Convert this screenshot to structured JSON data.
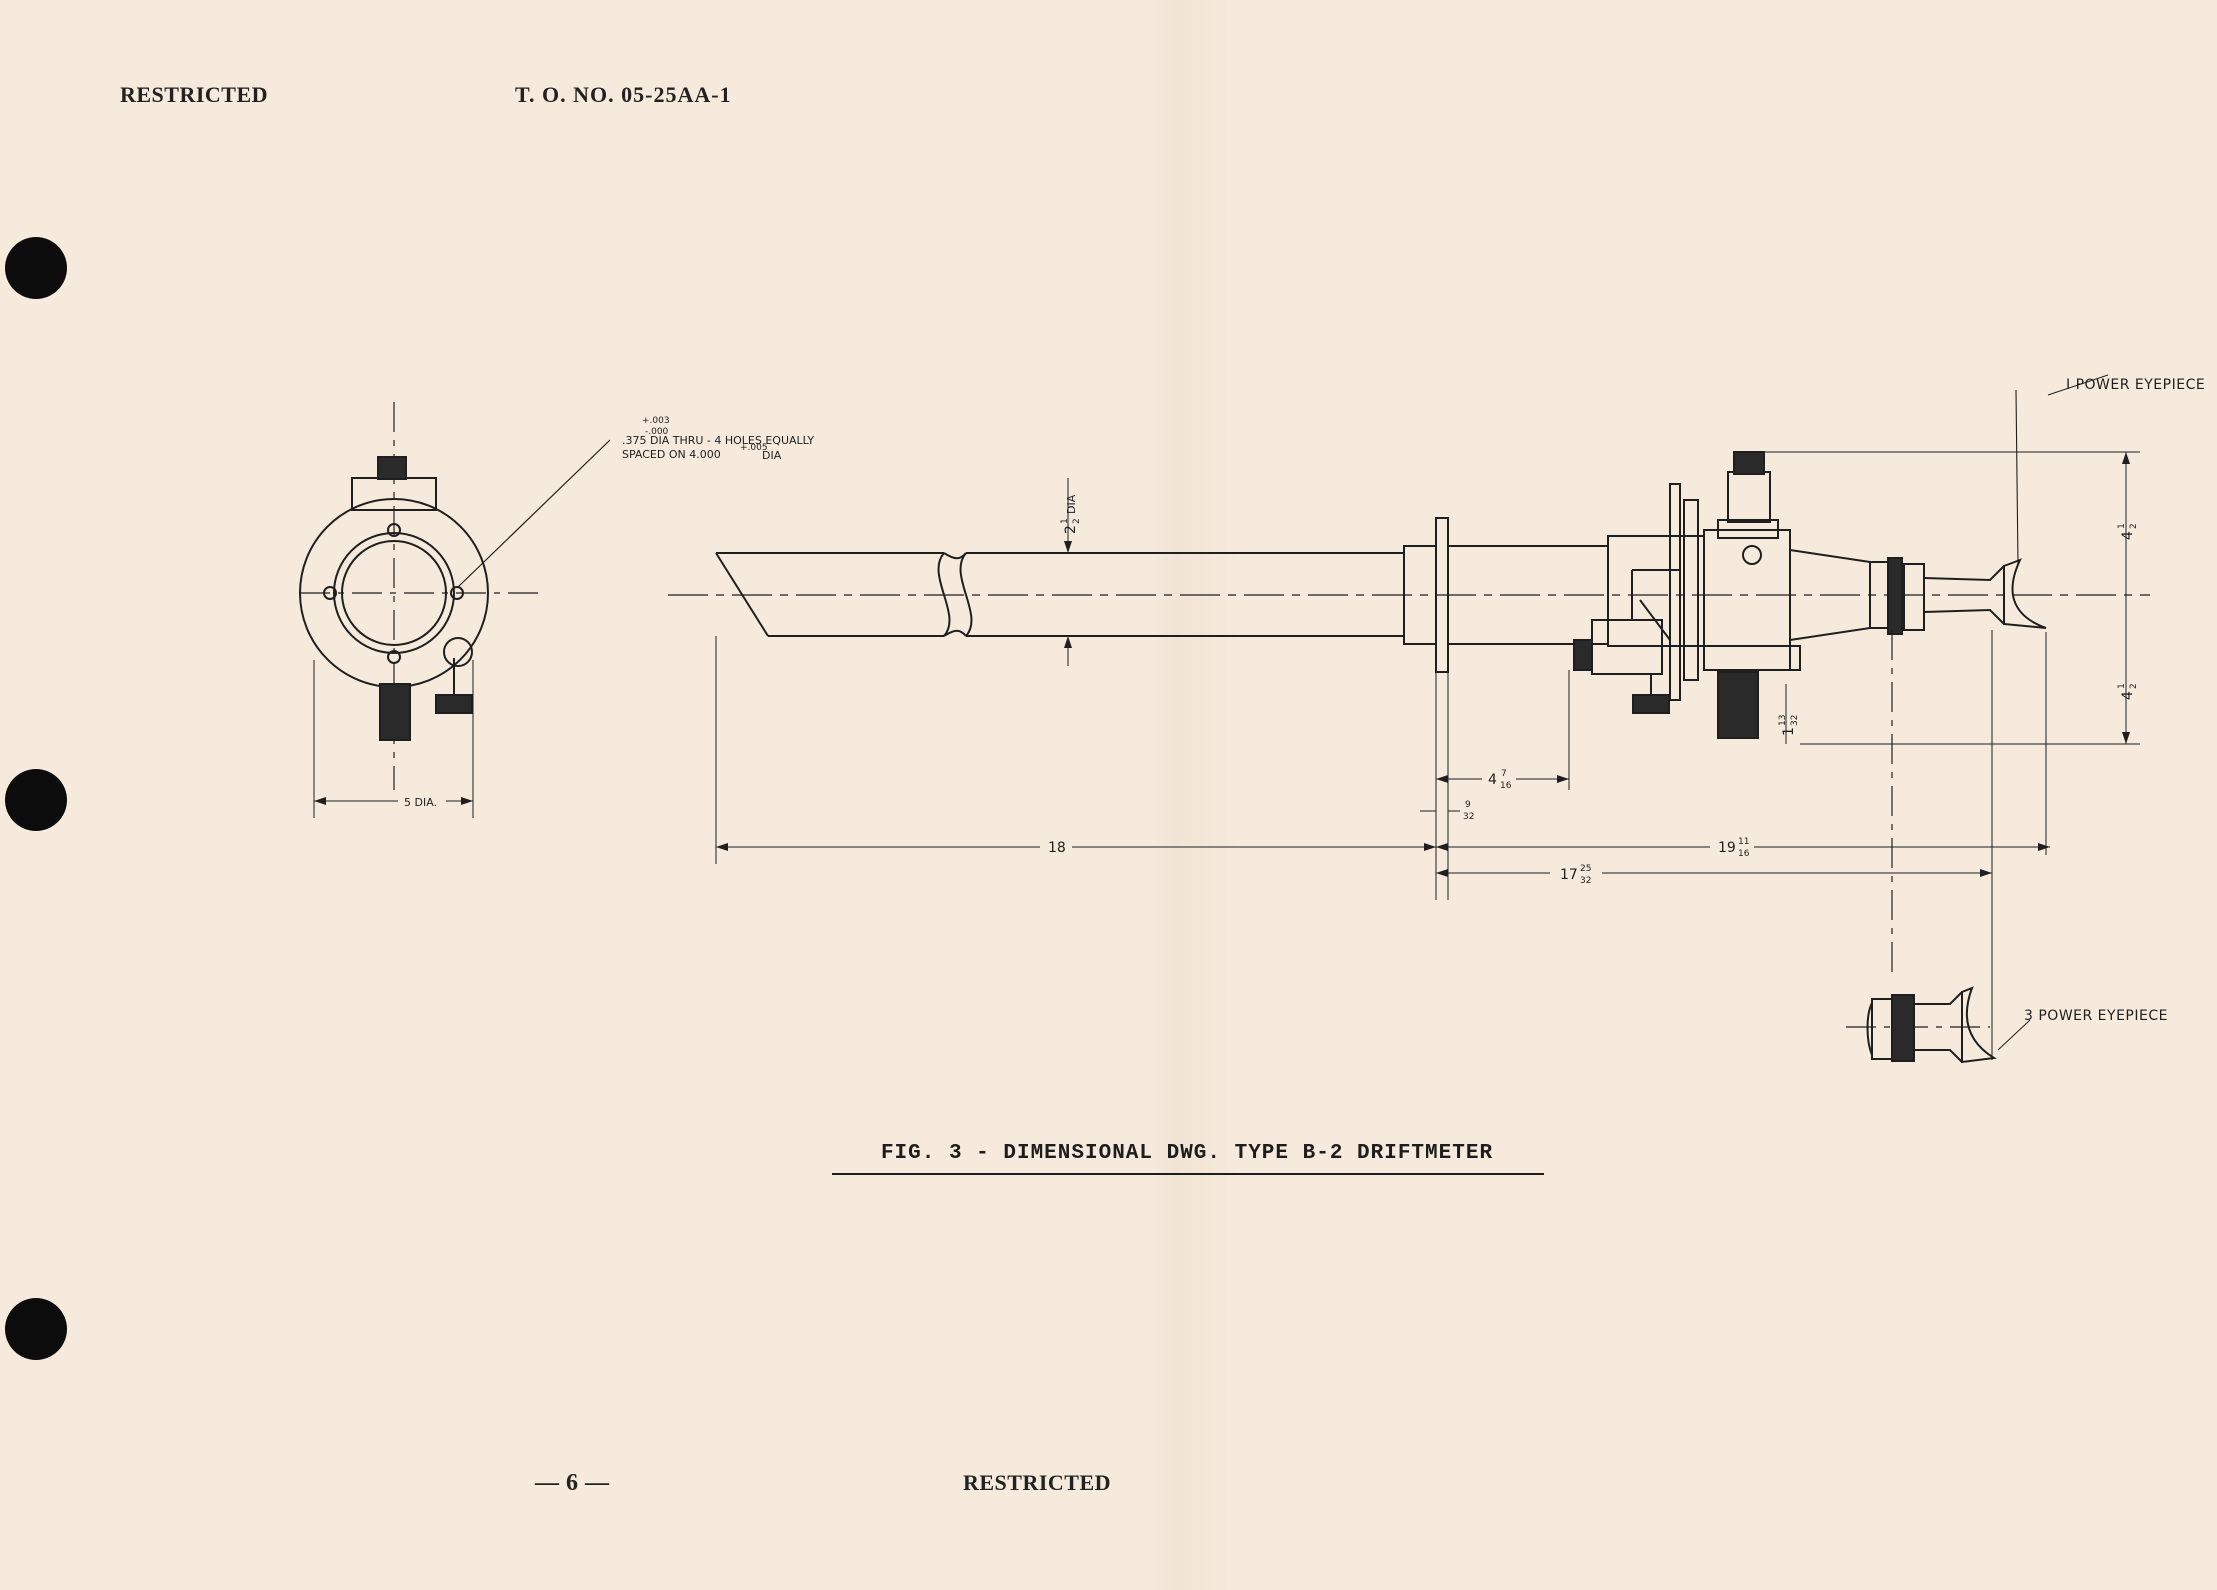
{
  "header": {
    "left": "RESTRICTED",
    "center": "T. O. NO. 05-25AA-1"
  },
  "figure": {
    "caption": "FIG. 3 - DIMENSIONAL DWG. TYPE B-2 DRIFTMETER",
    "callouts": {
      "holes_tol_top": "+.003",
      "holes_tol_bottom": "-.000",
      "holes_note_1": ".375   DIA  THRU - 4  HOLES  EQUALLY",
      "holes_note_2": "SPACED  ON  4.000",
      "holes_note_tol": "+.005",
      "holes_note_dia": "DIA",
      "one_power": "I  POWER  EYEPIECE",
      "three_power": "3  POWER  EYEPIECE"
    },
    "dimensions": {
      "end_dia": "5 DIA.",
      "tube_whole": "2",
      "tube_num": "1",
      "tube_den": "2",
      "tube_dia": "DIA",
      "d_18": "18",
      "d_19_whole": "19",
      "d_19_num": "11",
      "d_19_den": "16",
      "d_17_whole": "17",
      "d_17_num": "25",
      "d_17_den": "32",
      "d_4_whole": "4",
      "d_4_num": "7",
      "d_4_den": "16",
      "d_9_num": "9",
      "d_9_den": "32",
      "d_1_whole": "1",
      "d_1_num": "13",
      "d_1_den": "32",
      "h_upper_whole": "4",
      "h_upper_num": "1",
      "h_upper_den": "2",
      "h_lower_whole": "4",
      "h_lower_num": "1",
      "h_lower_den": "2"
    }
  },
  "footer": {
    "page": "— 6 —",
    "marking": "RESTRICTED"
  }
}
